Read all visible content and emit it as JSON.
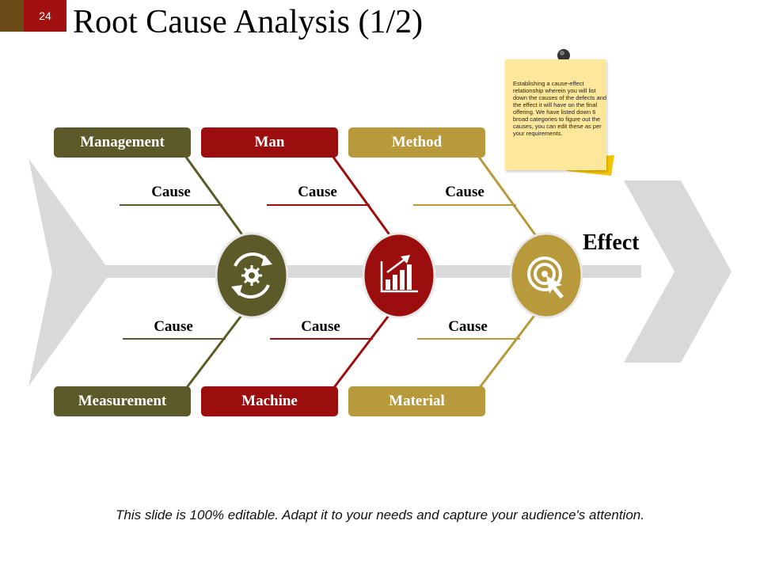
{
  "slide": {
    "number": "24",
    "title": "Root Cause Analysis (1/2)"
  },
  "categories": {
    "top": [
      "Management",
      "Man",
      "Method"
    ],
    "bottom": [
      "Measurement",
      "Machine",
      "Material"
    ]
  },
  "causes": {
    "top": [
      "Cause",
      "Cause",
      "Cause"
    ],
    "bottom": [
      "Cause",
      "Cause",
      "Cause"
    ]
  },
  "effect_label": "Effect",
  "note": {
    "text": "Establishing a cause-effect relationship wherein you will list down the causes of the defects and the effect it will have on the final offering. We have listed down 6 broad categories to figure out the causes, you can edit these as per your requirements."
  },
  "icons": [
    "refresh-gear-icon",
    "bar-chart-growth-icon",
    "target-cursor-icon"
  ],
  "colors": {
    "olive": "#5c5a28",
    "red": "#9c0d0d",
    "gold": "#b89a3c",
    "spine": "#d9d9d9",
    "note": "#fde79a"
  },
  "footer": "This slide is 100% editable. Adapt it to your needs and capture your audience's attention."
}
